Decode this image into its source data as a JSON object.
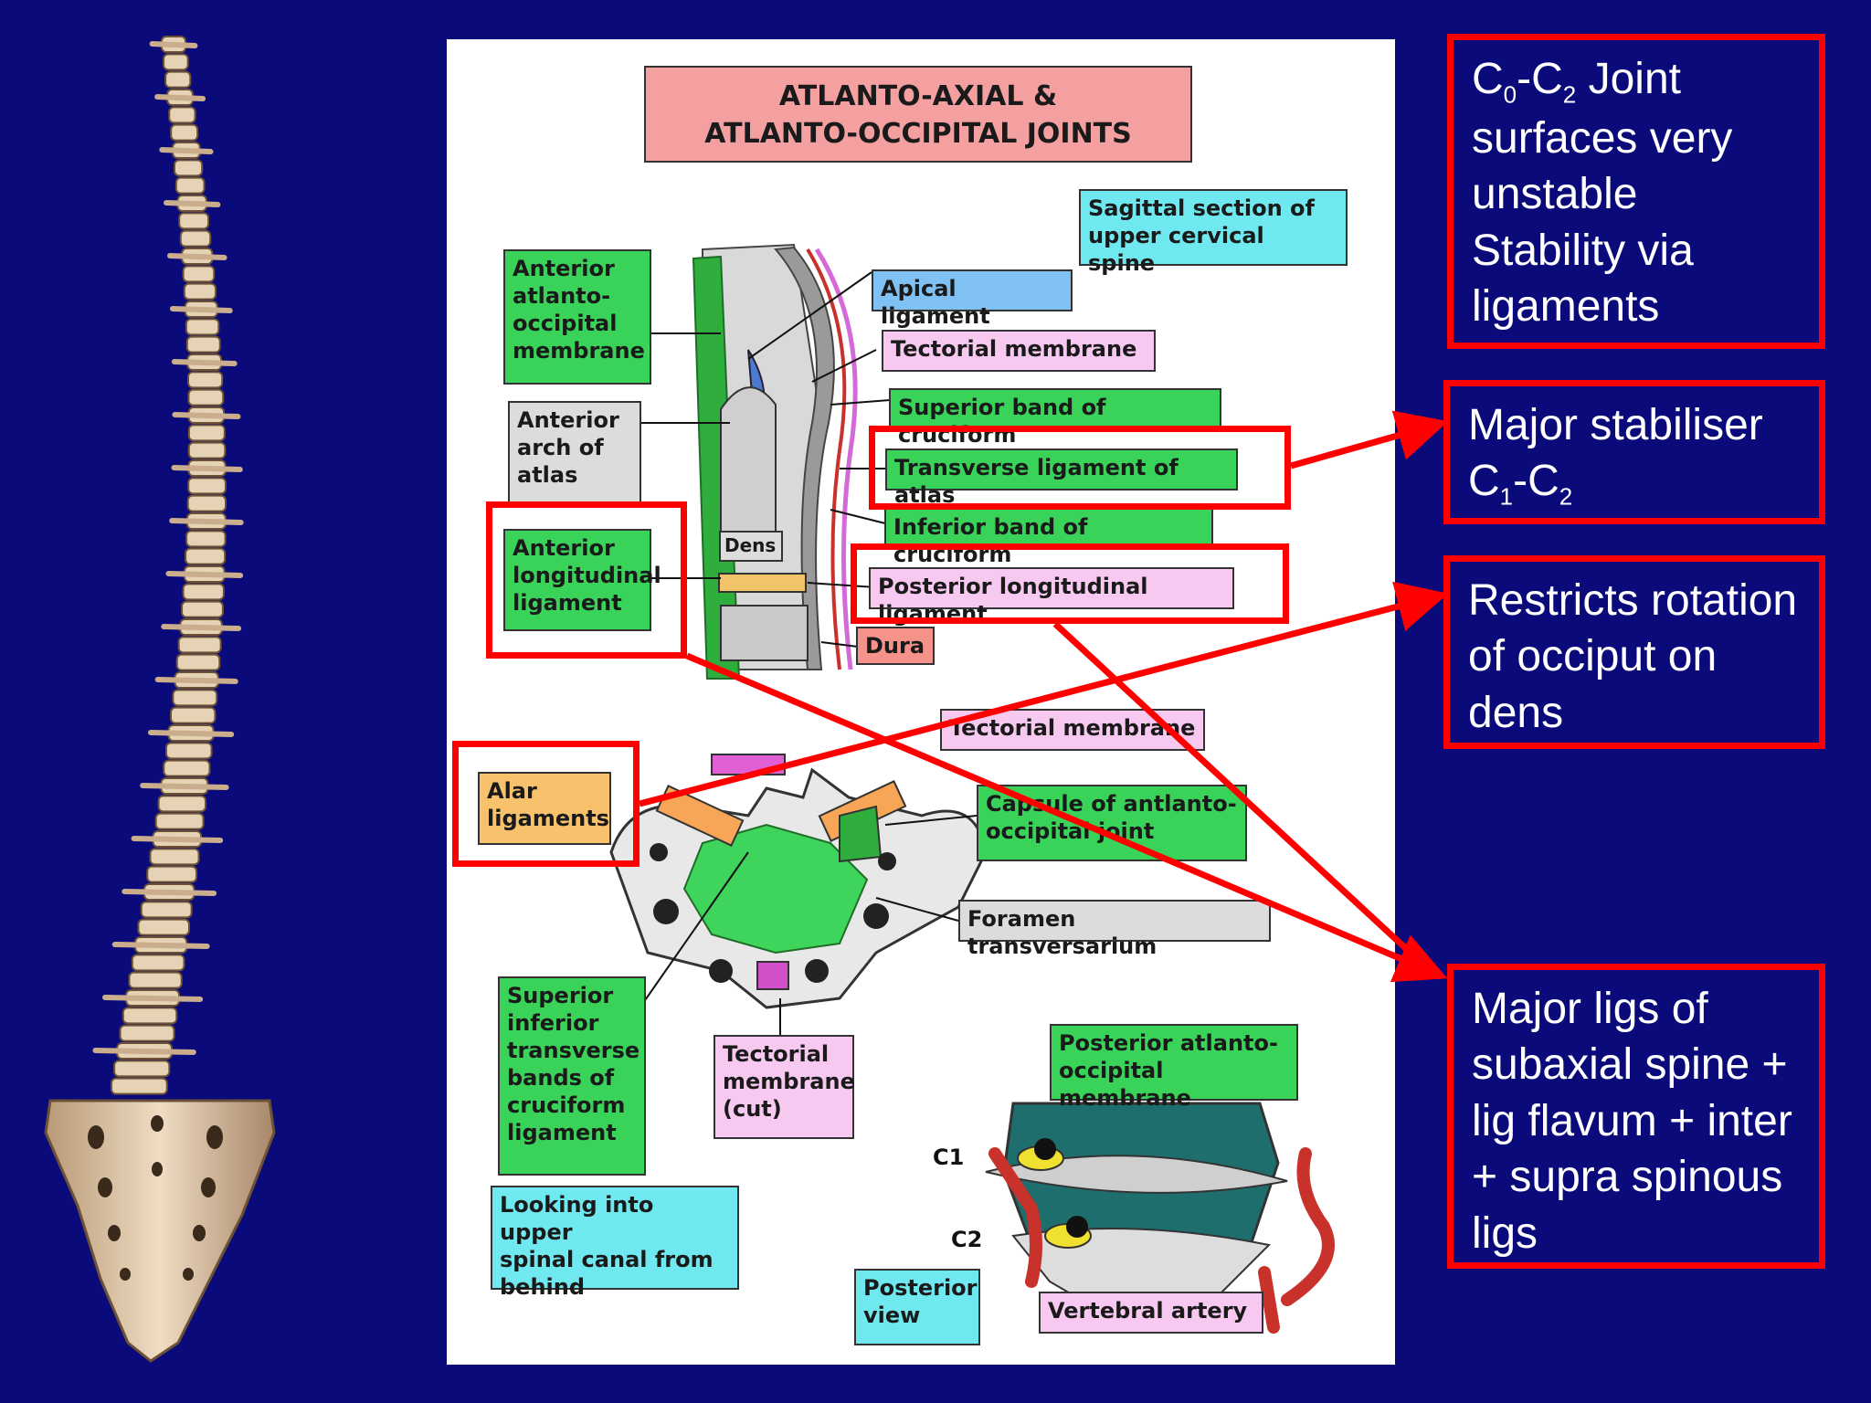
{
  "diagram": {
    "title": "ATLANTO-AXIAL &\nATLANTO-OCCIPITAL JOINTS",
    "sagittal_note": "Sagittal section of\nupper cervical spine",
    "labels": {
      "anterior_atlanto_occipital_membrane": "Anterior\natlanto-\noccipital\nmembrane",
      "anterior_arch_of_atlas": "Anterior\narch of\natlas",
      "anterior_longitudinal_ligament": "Anterior\nlongitudinal\nligament",
      "apical_ligament": "Apical ligament",
      "tectorial_membrane": "Tectorial membrane",
      "superior_band_of_cruciform": "Superior band of cruciform",
      "transverse_ligament_of_atlas": "Transverse ligament of atlas",
      "inferior_band_of_cruciform": "Inferior band of cruciform",
      "posterior_longitudinal_ligament": "Posterior longitudinal ligament",
      "dens": "Dens",
      "dura": "Dura",
      "tectorial_membrane_2": "Tectorial membrane",
      "alar_ligaments": "Alar\nligaments",
      "capsule": "Capsule of antlanto-\noccipital joint",
      "foramen_transversarium": "Foramen transversarium",
      "cruciform_bands": "Superior\ninferior\ntransverse\nbands of\ncruciform\nligament",
      "tectorial_membrane_cut": "Tectorial\nmembrane\n(cut)",
      "looking_into": "Looking into upper\nspinal canal from\nbehind",
      "posterior_atlanto_occipital_membrane": "Posterior atlanto-\noccipital membrane",
      "c1": "C1",
      "c2": "C2",
      "posterior_view": "Posterior\nview",
      "vertebral_artery": "Vertebral artery"
    }
  },
  "callouts": {
    "c0c2": {
      "pre": "C",
      "sub1": "0",
      "mid": "-C",
      "sub2": "2",
      "post": " Joint surfaces very unstable Stability via ligaments"
    },
    "major_stabiliser": {
      "pre": "Major stabiliser C",
      "sub1": "1",
      "mid": "-C",
      "sub2": "2"
    },
    "restricts": {
      "text": "Restricts rotation of occiput on dens"
    },
    "major_ligs": {
      "text": "Major ligs of subaxial spine + lig flavum + inter + supra spinous ligs"
    }
  },
  "colors": {
    "background": "#0a0a7a",
    "callout_border": "#ff0000",
    "arrow": "#ff0000",
    "bone": "#e6d2b4"
  }
}
